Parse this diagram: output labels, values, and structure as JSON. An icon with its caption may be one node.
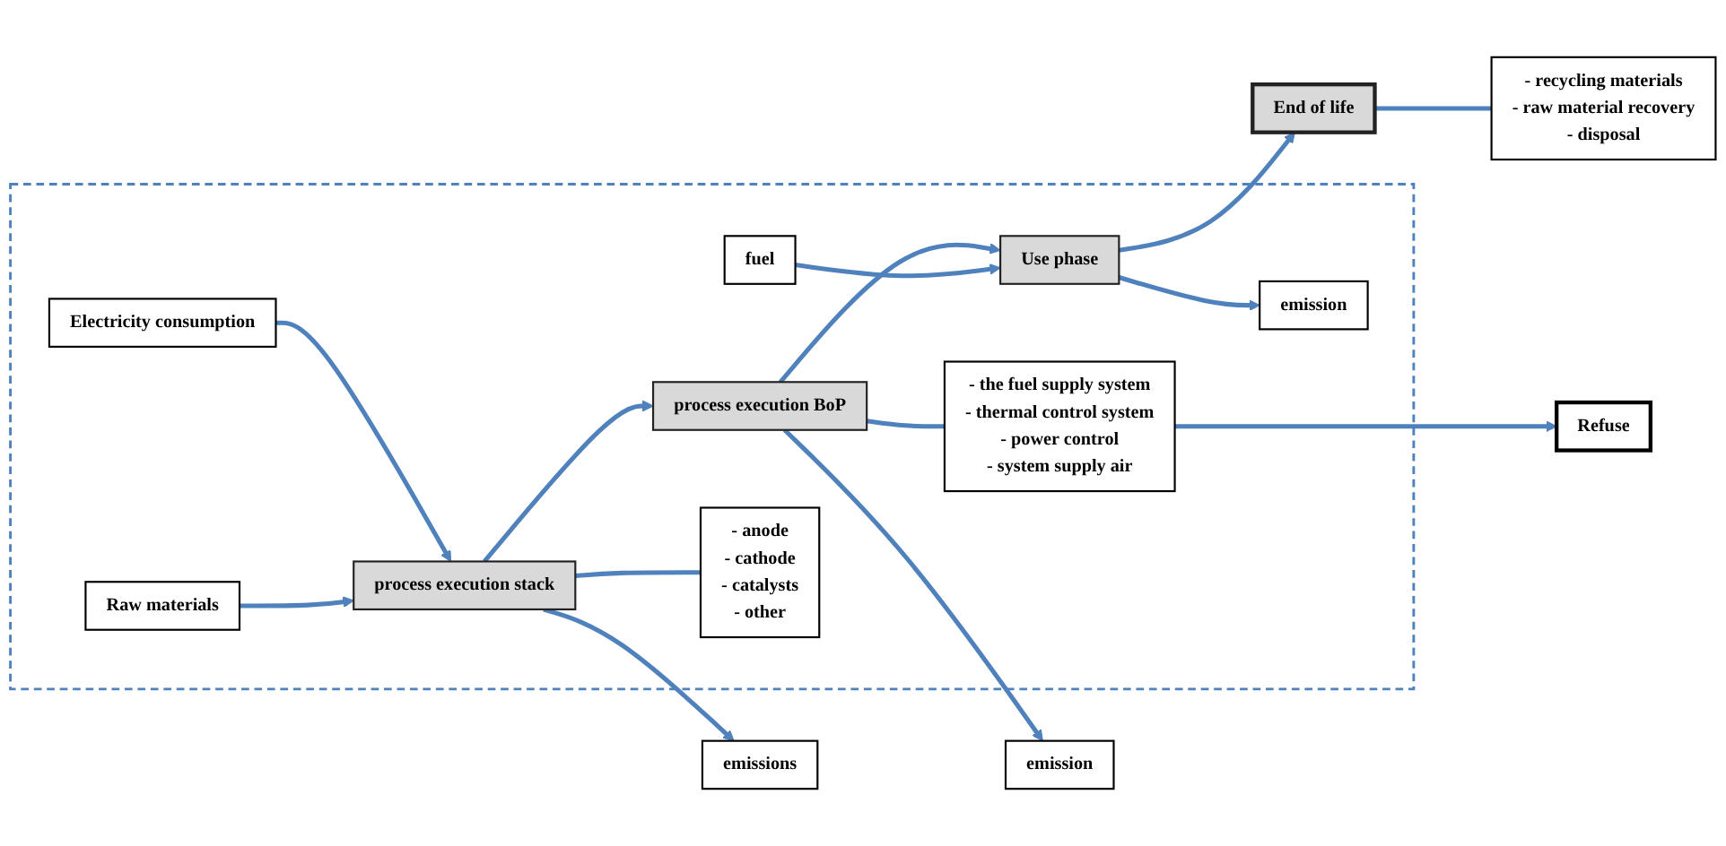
{
  "diagram": {
    "nodes": [
      {
        "text": [],
        "shape": "box"
      },
      {
        "text": [
          "emissions"
        ]
      },
      {
        "text": [
          "emission"
        ]
      },
      {
        "text": [
          "Electricity consumption"
        ],
        "in": 0
      },
      {
        "text": [
          "Raw materials"
        ],
        "in": 0
      },
      {
        "text": [
          "process execution stack"
        ],
        "in": 0
      },
      {
        "text": [
          "process execution BoP"
        ],
        "in": 0
      },
      {
        "text": [
          "fuel"
        ],
        "in": 0
      },
      {
        "text": [
          "emission"
        ],
        "in": 0
      },
      {
        "text": [
          "Use phase"
        ],
        "in": 0
      },
      {
        "text": [
          "- anode",
          "- cathode",
          "- catalysts",
          "- other"
        ],
        "in": 0
      },
      {
        "text": [
          "- the fuel supply system",
          "- thermal control system",
          "- power control",
          "- system supply air"
        ],
        "in": 0
      },
      {
        "text": [
          "End of life"
        ]
      },
      {
        "text": [
          "- recycling materials",
          "- raw material recovery",
          "- disposal"
        ]
      },
      {
        "text": [
          "Refuse"
        ]
      }
    ],
    "edges": [
      {
        "from": 3,
        "to": 5,
        "arrow": "to"
      },
      {
        "from": 4,
        "to": 5,
        "arrow": "to"
      },
      {
        "from": 5,
        "to": 1,
        "arrow": "to"
      },
      {
        "from": 5,
        "to": 6,
        "arrow": "to"
      },
      {
        "from": 5,
        "to": 10,
        "arrow": "none"
      },
      {
        "from": 6,
        "to": 2,
        "arrow": "to"
      },
      {
        "from": 6,
        "to": 9,
        "arrow": "to"
      },
      {
        "from": 6,
        "to": 11,
        "arrow": "none"
      },
      {
        "from": 7,
        "to": 9,
        "arrow": "to"
      },
      {
        "from": 9,
        "to": 8,
        "arrow": "to"
      },
      {
        "from": 9,
        "to": 12,
        "arrow": "to"
      },
      {
        "from": 12,
        "to": 13,
        "arrow": "none"
      },
      {
        "from": 11,
        "to": 14,
        "arrow": "to"
      }
    ]
  }
}
